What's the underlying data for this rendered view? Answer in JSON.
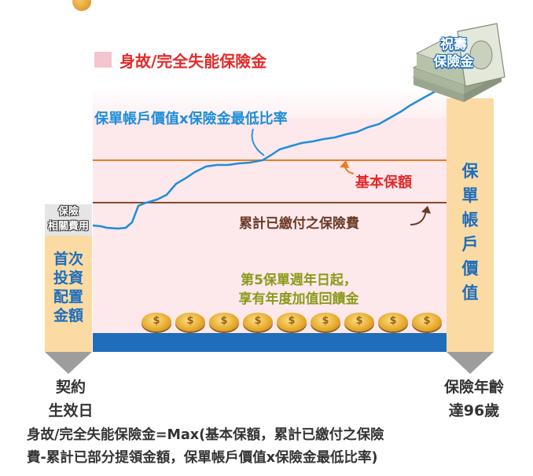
{
  "legend": {
    "label": "身故/完全失能保險金",
    "color": "#f4c4cf"
  },
  "curve": {
    "label": "保單帳戶價值x保險金最低比率",
    "color": "#1f8ed8"
  },
  "lines": {
    "basic_amount": "基本保額",
    "cumulative_premium": "累計已繳付之保險費"
  },
  "left": {
    "fee_label": [
      "保險",
      "相關費用"
    ],
    "column_label": [
      "首次",
      "投資",
      "配置",
      "金額"
    ]
  },
  "right": {
    "column_label": [
      "保",
      "單",
      "帳",
      "戶",
      "價",
      "值"
    ],
    "money_label": [
      "祝壽",
      "保險金"
    ]
  },
  "bonus": {
    "lines": [
      "第5保單週年日起，",
      "享有年度加值回饋金"
    ],
    "coin_icon": "dollar-coin-icon"
  },
  "timeline": {
    "start": [
      "契約",
      "生效日"
    ],
    "end": [
      "保險年齡",
      "達96歲"
    ]
  },
  "formula": {
    "line1": "身故/完全失能保險金=Max(基本保額，累計已繳付之保險",
    "line2": "費-累計已部分提領金額，保單帳戶價值x保險金最低比率)"
  },
  "colors": {
    "pink_area": "#fde8ec",
    "blue_band": "#1f6dbb",
    "column": "#fbdba3",
    "basic_line": "#e87b22",
    "premium_line": "#8a4a2a",
    "title_red": "#e52a2a"
  }
}
